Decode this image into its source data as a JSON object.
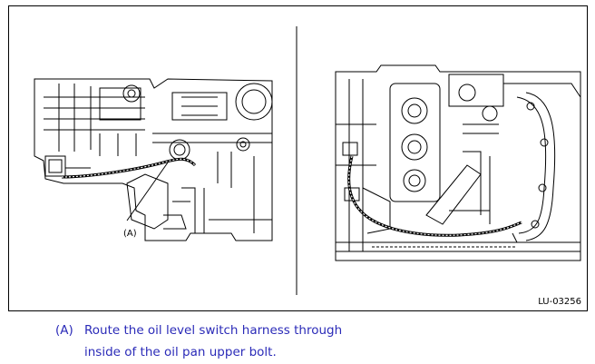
{
  "figure": {
    "callout_label": "(A)",
    "figure_id": "LU-03256"
  },
  "caption": {
    "tag": "(A)",
    "line1": "Route the oil level switch harness through",
    "line2": "inside of the oil pan upper bolt."
  },
  "colors": {
    "caption_text": "#2b2bb8",
    "line_art": "#000000"
  }
}
